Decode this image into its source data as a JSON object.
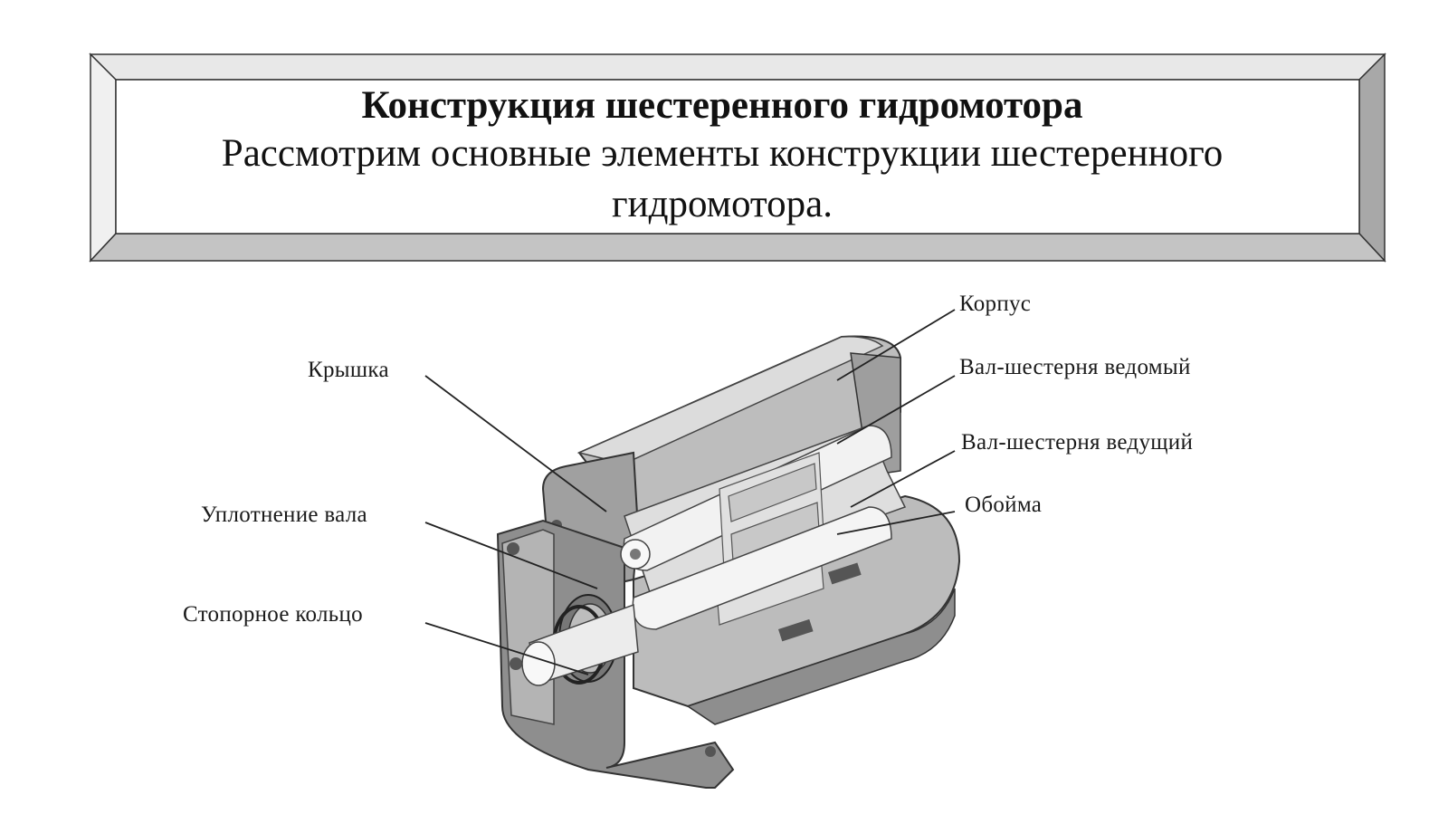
{
  "header": {
    "title": "Конструкция шестеренного гидромотора",
    "subtitle": "Рассмотрим основные элементы конструкции шестеренного гидромотора."
  },
  "diagram": {
    "labels": {
      "korpus": "Корпус",
      "val_vedomy": "Вал-шестерня ведомый",
      "val_vedushchiy": "Вал-шестерня ведущий",
      "oboyma": "Обойма",
      "kryshka": "Крышка",
      "uplotnenie": "Уплотнение вала",
      "stopornoe": "Стопорное кольцо"
    }
  },
  "colors": {
    "frame_bevel": "#c9c9c9",
    "frame_bevel_dark": "#9a9a9a",
    "body_gray": "#8c8c8c",
    "body_light": "#d4d4d4",
    "shaft_light": "#ececec"
  }
}
